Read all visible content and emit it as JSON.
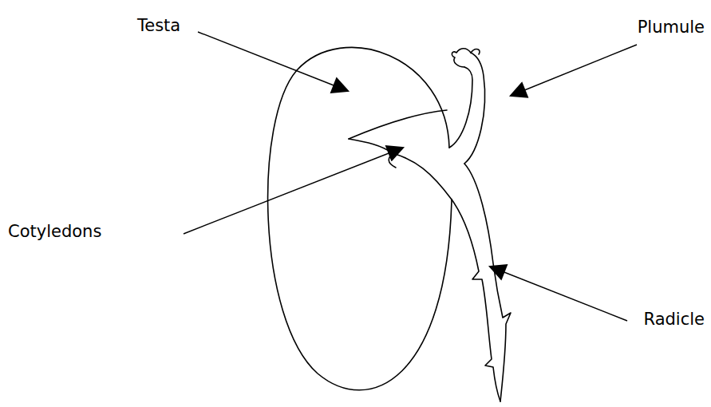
{
  "diagram": {
    "labels": [
      "Testa",
      "Plumule",
      "Cotyledons",
      "Radicle"
    ]
  }
}
